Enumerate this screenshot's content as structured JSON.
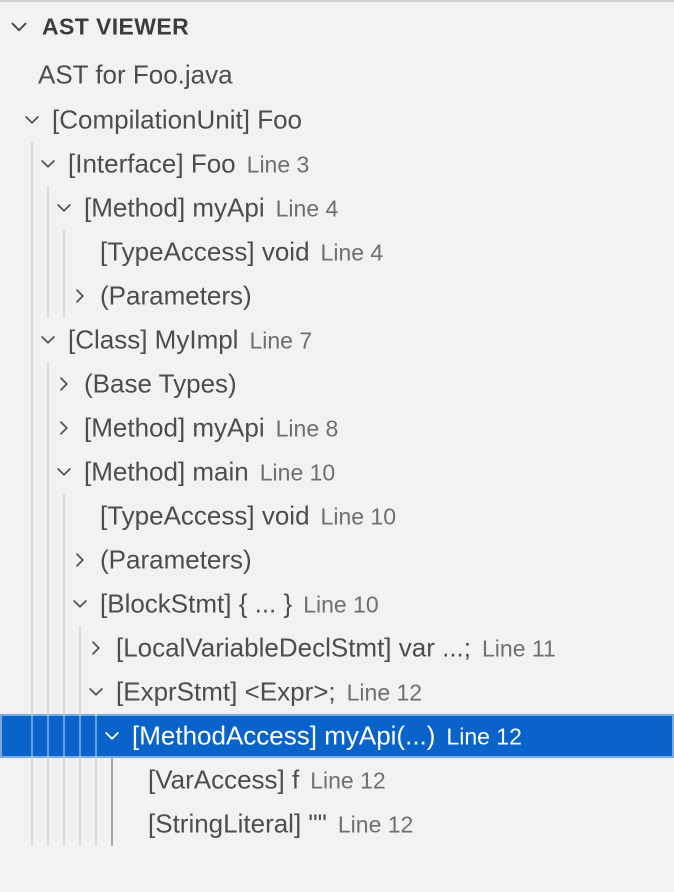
{
  "header": {
    "title": "AST VIEWER"
  },
  "tree": {
    "message": "AST for Foo.java",
    "rows": [
      {
        "label": "[CompilationUnit] Foo",
        "line": "",
        "depth": 0,
        "state": "expanded",
        "selected": false
      },
      {
        "label": "[Interface] Foo",
        "line": "Line 3",
        "depth": 1,
        "state": "expanded",
        "selected": false
      },
      {
        "label": "[Method] myApi",
        "line": "Line 4",
        "depth": 2,
        "state": "expanded",
        "selected": false
      },
      {
        "label": "[TypeAccess] void",
        "line": "Line 4",
        "depth": 3,
        "state": "leaf",
        "selected": false
      },
      {
        "label": "(Parameters)",
        "line": "",
        "depth": 3,
        "state": "collapsed",
        "selected": false
      },
      {
        "label": "[Class] MyImpl",
        "line": "Line 7",
        "depth": 1,
        "state": "expanded",
        "selected": false
      },
      {
        "label": "(Base Types)",
        "line": "",
        "depth": 2,
        "state": "collapsed",
        "selected": false
      },
      {
        "label": "[Method] myApi",
        "line": "Line 8",
        "depth": 2,
        "state": "collapsed",
        "selected": false
      },
      {
        "label": "[Method] main",
        "line": "Line 10",
        "depth": 2,
        "state": "expanded",
        "selected": false
      },
      {
        "label": "[TypeAccess] void",
        "line": "Line 10",
        "depth": 3,
        "state": "leaf",
        "selected": false
      },
      {
        "label": "(Parameters)",
        "line": "",
        "depth": 3,
        "state": "collapsed",
        "selected": false
      },
      {
        "label": "[BlockStmt] { ... }",
        "line": "Line 10",
        "depth": 3,
        "state": "expanded",
        "selected": false
      },
      {
        "label": "[LocalVariableDeclStmt] var ...;",
        "line": "Line 11",
        "depth": 4,
        "state": "collapsed",
        "selected": false
      },
      {
        "label": "[ExprStmt] <Expr>;",
        "line": "Line 12",
        "depth": 4,
        "state": "expanded",
        "selected": false
      },
      {
        "label": "[MethodAccess] myApi(...)",
        "line": "Line 12",
        "depth": 5,
        "state": "expanded",
        "selected": true
      },
      {
        "label": "[VarAccess] f",
        "line": "Line 12",
        "depth": 6,
        "state": "leaf",
        "selected": false
      },
      {
        "label": "[StringLiteral] \"\"",
        "line": "Line 12",
        "depth": 6,
        "state": "leaf",
        "selected": false
      }
    ]
  },
  "colors": {
    "panel_background": "#f2f2f2",
    "selection_background": "#0a63c8",
    "selection_outline": "#7da8de",
    "indent_guide": "#d9d9d9",
    "indent_guide_active": "#a8a8a8",
    "label_text": "#4d4d4d",
    "line_text": "#6f6f6f",
    "header_text": "#3c3c3c"
  }
}
